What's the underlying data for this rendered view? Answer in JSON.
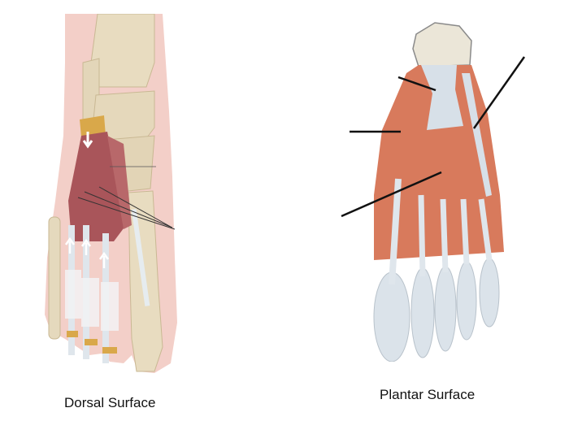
{
  "figures": [
    {
      "id": "dorsal",
      "caption": "Dorsal Surface",
      "description": "Dorsal view of right foot bones with extensor muscles and tendons",
      "leader_lines": 4,
      "arrows": 4
    },
    {
      "id": "plantar",
      "caption": "Plantar Surface",
      "description": "Plantar view of foot showing superficial plantar muscles and plantar aponeurosis",
      "leader_lines": 4
    }
  ],
  "colors": {
    "background": "#ffffff",
    "bone": "#e8dcc0",
    "bone_shadow": "#c9b893",
    "skin": "#f0c4bc",
    "dorsal_muscle": "#a9555a",
    "plantar_muscle": "#d87a5c",
    "tendon": "#d7e0e8",
    "cartilage": "#d9a84a",
    "leader": "#111111",
    "caption_text": "#111111"
  }
}
